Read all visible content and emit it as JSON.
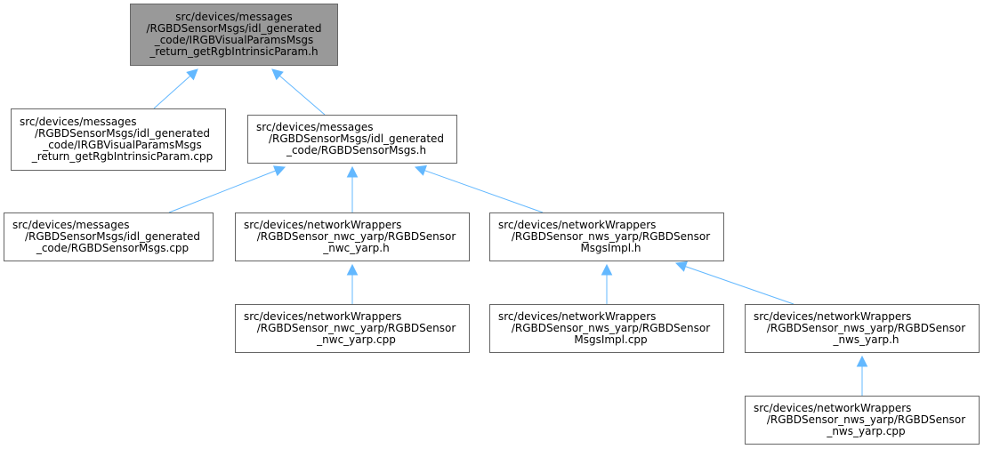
{
  "graph": {
    "edge_color": "#63b8ff",
    "root_fill": "#999999",
    "nodes": [
      {
        "id": "root",
        "lines": [
          "src/devices/messages",
          "/RGBDSensorMsgs/idl_generated",
          "_code/IRGBVisualParamsMsgs",
          "_return_getRgbIntrinsicParam.h"
        ]
      },
      {
        "id": "cpp1",
        "lines": [
          "src/devices/messages",
          "/RGBDSensorMsgs/idl_generated",
          "_code/IRGBVisualParamsMsgs",
          "_return_getRgbIntrinsicParam.cpp"
        ]
      },
      {
        "id": "h1",
        "lines": [
          "src/devices/messages",
          "/RGBDSensorMsgs/idl_generated",
          "_code/RGBDSensorMsgs.h"
        ]
      },
      {
        "id": "cpp2",
        "lines": [
          "src/devices/messages",
          "/RGBDSensorMsgs/idl_generated",
          "_code/RGBDSensorMsgs.cpp"
        ]
      },
      {
        "id": "nwch",
        "lines": [
          "src/devices/networkWrappers",
          "/RGBDSensor_nwc_yarp/RGBDSensor",
          "_nwc_yarp.h"
        ]
      },
      {
        "id": "implh",
        "lines": [
          "src/devices/networkWrappers",
          "/RGBDSensor_nws_yarp/RGBDSensor",
          "MsgsImpl.h"
        ]
      },
      {
        "id": "nwccpp",
        "lines": [
          "src/devices/networkWrappers",
          "/RGBDSensor_nwc_yarp/RGBDSensor",
          "_nwc_yarp.cpp"
        ]
      },
      {
        "id": "implcpp",
        "lines": [
          "src/devices/networkWrappers",
          "/RGBDSensor_nws_yarp/RGBDSensor",
          "MsgsImpl.cpp"
        ]
      },
      {
        "id": "nwsh",
        "lines": [
          "src/devices/networkWrappers",
          "/RGBDSensor_nws_yarp/RGBDSensor",
          "_nws_yarp.h"
        ]
      },
      {
        "id": "nwscpp",
        "lines": [
          "src/devices/networkWrappers",
          "/RGBDSensor_nws_yarp/RGBDSensor",
          "_nws_yarp.cpp"
        ]
      }
    ],
    "edges": [
      {
        "from": "cpp1",
        "to": "root"
      },
      {
        "from": "h1",
        "to": "root"
      },
      {
        "from": "cpp2",
        "to": "h1"
      },
      {
        "from": "nwch",
        "to": "h1"
      },
      {
        "from": "implh",
        "to": "h1"
      },
      {
        "from": "nwccpp",
        "to": "nwch"
      },
      {
        "from": "implcpp",
        "to": "implh"
      },
      {
        "from": "nwsh",
        "to": "implh"
      },
      {
        "from": "nwscpp",
        "to": "nwsh"
      }
    ]
  }
}
